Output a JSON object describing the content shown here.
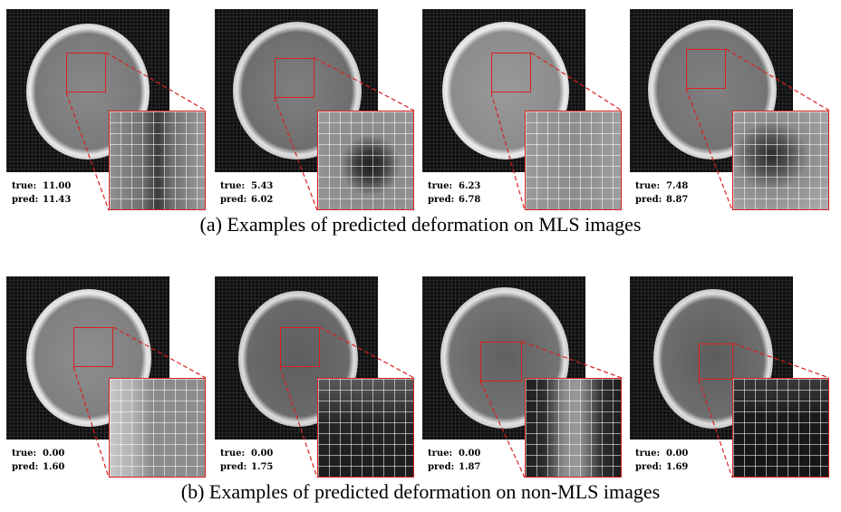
{
  "rows": [
    {
      "caption": "(a) Examples of predicted deformation on MLS images",
      "panels": [
        {
          "true_label": "true:",
          "true_value": "11.00",
          "pred_label": "pred:",
          "pred_value": "11.43"
        },
        {
          "true_label": "true:",
          "true_value": "5.43",
          "pred_label": "pred:",
          "pred_value": "6.02"
        },
        {
          "true_label": "true:",
          "true_value": "6.23",
          "pred_label": "pred:",
          "pred_value": "6.78"
        },
        {
          "true_label": "true:",
          "true_value": "7.48",
          "pred_label": "pred:",
          "pred_value": "8.87"
        }
      ]
    },
    {
      "caption": "(b) Examples of predicted deformation on non-MLS images",
      "panels": [
        {
          "true_label": "true:",
          "true_value": "0.00",
          "pred_label": "pred:",
          "pred_value": "1.60"
        },
        {
          "true_label": "true:",
          "true_value": "0.00",
          "pred_label": "pred:",
          "pred_value": "1.75"
        },
        {
          "true_label": "true:",
          "true_value": "0.00",
          "pred_label": "pred:",
          "pred_value": "1.87"
        },
        {
          "true_label": "true:",
          "true_value": "0.00",
          "pred_label": "pred:",
          "pred_value": "1.69"
        }
      ]
    }
  ],
  "colors": {
    "highlight": "#d92020",
    "scan_background": "#101010"
  }
}
